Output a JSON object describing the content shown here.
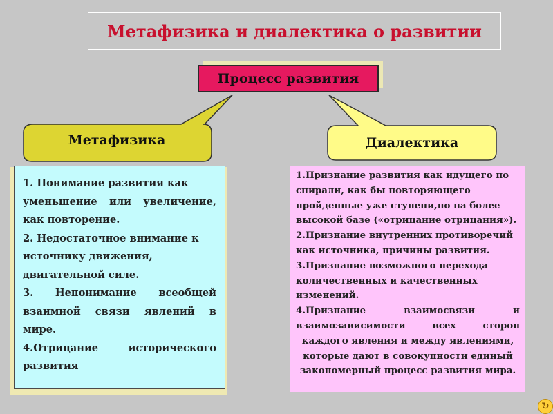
{
  "title": "Метафизика и диалектика о развитии",
  "process": {
    "label": "Процесс развития"
  },
  "metaphysics": {
    "label": "Метафизика",
    "items": [
      "1. Понимание развития как",
      "уменьшение или увеличение,",
      "как повторение.",
      "2. Недостаточное внимание к",
      "источнику движения,",
      "двигательной силе.",
      "3. Непонимание всеобщей",
      "взаимной связи явлений в",
      "мире.",
      "4.Отрицание исторического",
      "развития"
    ]
  },
  "dialectics": {
    "label": "Диалектика",
    "items": [
      "1.Признание развития как идущего по",
      "спирали, как бы повторяющего",
      "пройденные уже ступени,но на более",
      "высокой базе («отрицание отрицания»).",
      "2.Признание внутренних противоречий",
      "как источника, причины развития.",
      "3.Признание возможного перехода",
      "количественных и качественных",
      "изменений.",
      "4.Признание взаимосвязи и",
      "взаимозависимости всех сторон",
      "каждого явления и между явлениями,",
      "которые дают в совокупности единый",
      "закономерный процесс развития мира."
    ]
  },
  "nav": {
    "icon": "forward-icon",
    "symbol": "↻"
  },
  "colors": {
    "background": "#c6c6c6",
    "title": "#c8102e",
    "process_fill": "#e6195f",
    "metaphysics_callout": "#ddd532",
    "dialectics_callout": "#fffb88",
    "metaphysics_box": "#c4fbfd",
    "dialectics_box": "#ffc5fb"
  }
}
